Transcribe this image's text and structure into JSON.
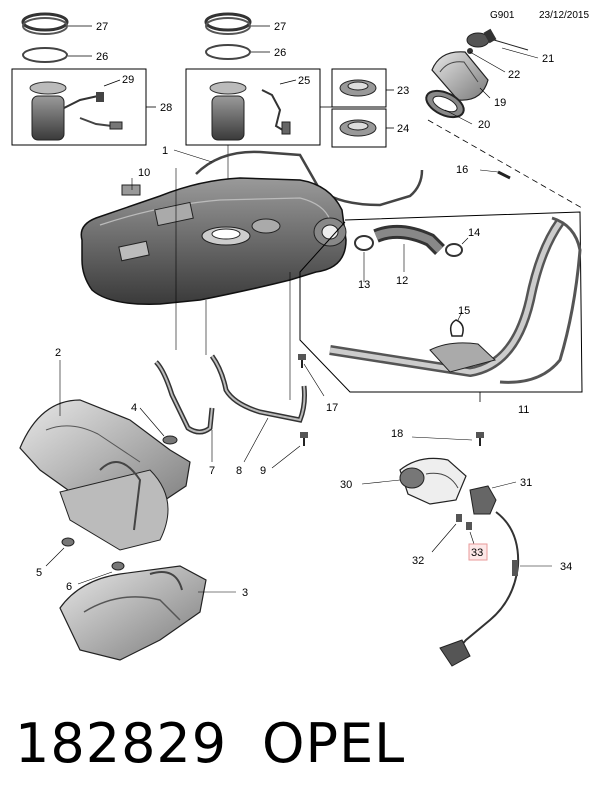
{
  "header": {
    "code": "G901",
    "date": "23/12/2015"
  },
  "callouts": [
    {
      "id": "c1",
      "label": "1"
    },
    {
      "id": "c2",
      "label": "2"
    },
    {
      "id": "c3",
      "label": "3"
    },
    {
      "id": "c4",
      "label": "4"
    },
    {
      "id": "c5",
      "label": "5"
    },
    {
      "id": "c6",
      "label": "6"
    },
    {
      "id": "c7",
      "label": "7"
    },
    {
      "id": "c8",
      "label": "8"
    },
    {
      "id": "c9",
      "label": "9"
    },
    {
      "id": "c10",
      "label": "10"
    },
    {
      "id": "c11",
      "label": "11"
    },
    {
      "id": "c12",
      "label": "12"
    },
    {
      "id": "c13",
      "label": "13"
    },
    {
      "id": "c14",
      "label": "14"
    },
    {
      "id": "c15",
      "label": "15"
    },
    {
      "id": "c16",
      "label": "16"
    },
    {
      "id": "c17",
      "label": "17"
    },
    {
      "id": "c18",
      "label": "18"
    },
    {
      "id": "c19",
      "label": "19"
    },
    {
      "id": "c20",
      "label": "20"
    },
    {
      "id": "c21",
      "label": "21"
    },
    {
      "id": "c22",
      "label": "22"
    },
    {
      "id": "c23",
      "label": "23"
    },
    {
      "id": "c24",
      "label": "24"
    },
    {
      "id": "c25",
      "label": "25"
    },
    {
      "id": "c26a",
      "label": "26"
    },
    {
      "id": "c26b",
      "label": "26"
    },
    {
      "id": "c27a",
      "label": "27"
    },
    {
      "id": "c27b",
      "label": "27"
    },
    {
      "id": "c28",
      "label": "28"
    },
    {
      "id": "c29",
      "label": "29"
    },
    {
      "id": "c30",
      "label": "30"
    },
    {
      "id": "c31",
      "label": "31"
    },
    {
      "id": "c32",
      "label": "32"
    },
    {
      "id": "c33",
      "label": "33",
      "highlight": true
    },
    {
      "id": "c34",
      "label": "34"
    }
  ],
  "footer": {
    "part_number": "182829",
    "brand": "OPEL"
  },
  "colors": {
    "line": "#000000",
    "highlight_border": "#e89a9a",
    "highlight_fill": "#fde8e8",
    "part_fill": "#d8d8d8",
    "part_dark": "#6a6a6a"
  }
}
